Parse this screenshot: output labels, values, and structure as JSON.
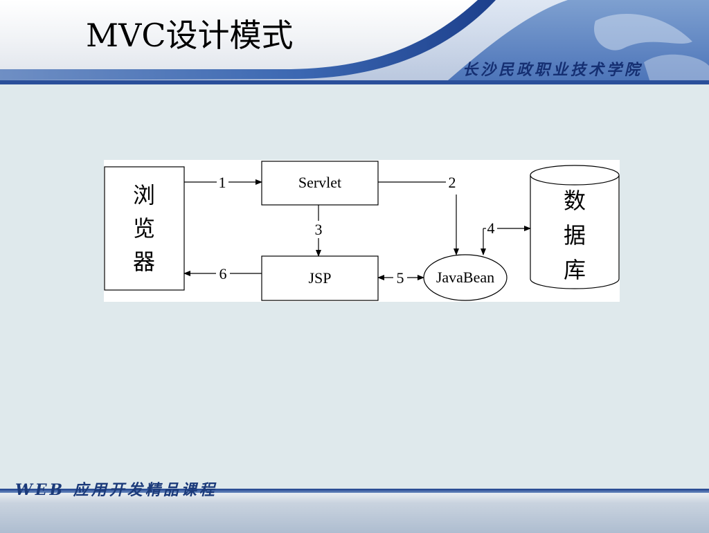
{
  "header": {
    "title": "MVC设计模式",
    "school": "长沙民政职业技术学院"
  },
  "diagram": {
    "browser_chars": [
      "浏",
      "览",
      "器"
    ],
    "database_chars": [
      "数",
      "据",
      "库"
    ],
    "servlet": "Servlet",
    "jsp": "JSP",
    "javabean": "JavaBean",
    "arrows": {
      "a1": "1",
      "a2": "2",
      "a3": "3",
      "a4": "4",
      "a5": "5",
      "a6": "6"
    }
  },
  "footer": {
    "course": "WEB 应用开发精品课程"
  },
  "colors": {
    "page_bg": "#dfe9ec",
    "brand_blue": "#1b3a7a"
  }
}
